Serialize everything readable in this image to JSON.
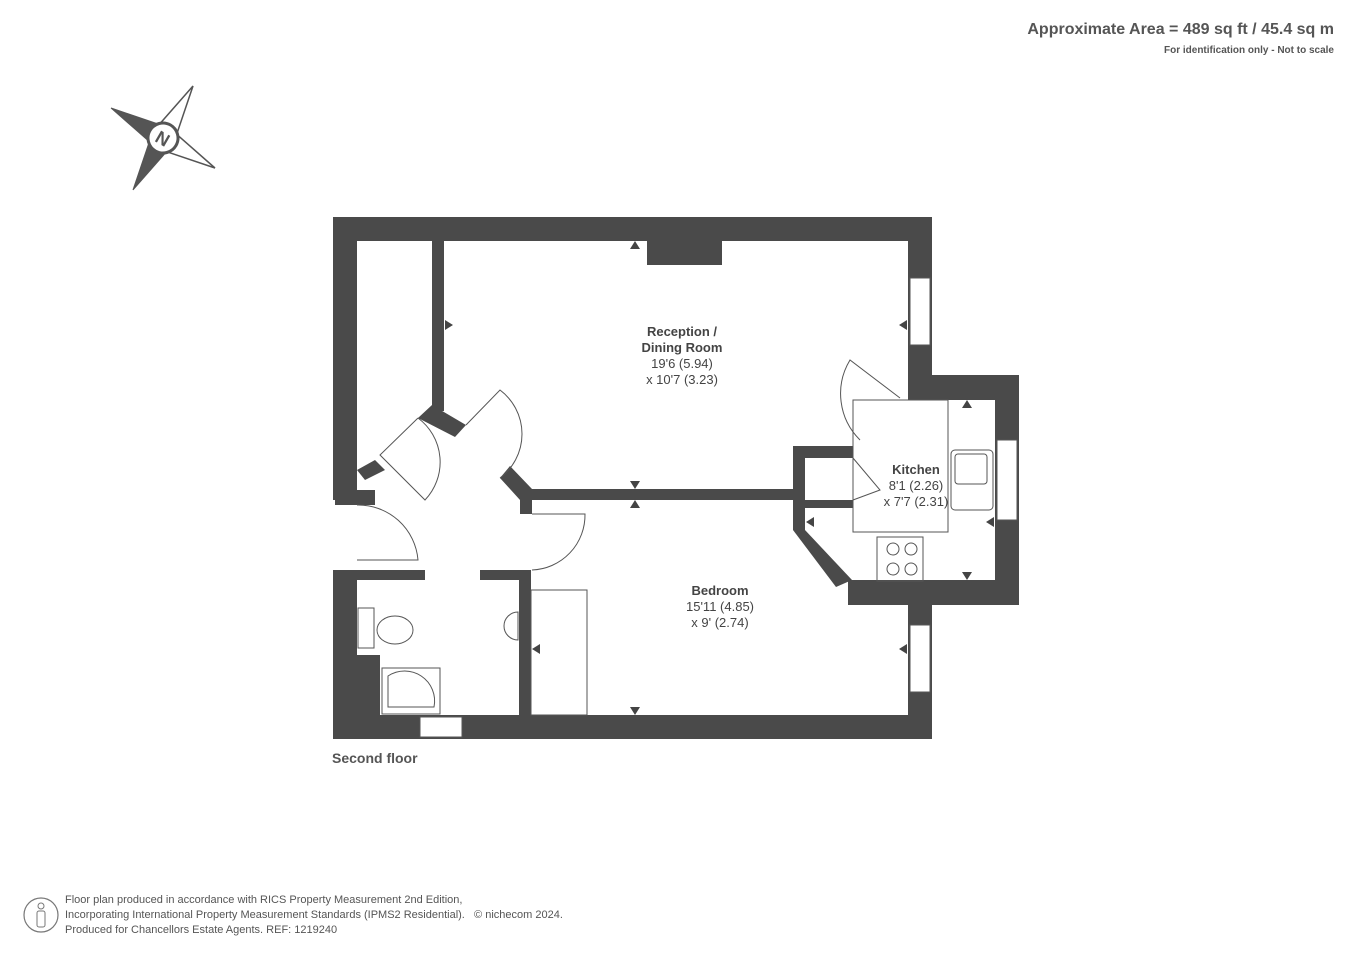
{
  "header": {
    "area": "Approximate Area = 489 sq ft / 45.4 sq m",
    "note": "For identification only - Not to scale"
  },
  "compass": {
    "label": "N"
  },
  "rooms": [
    {
      "name": "Reception / Dining Room",
      "dims1": "19'6 (5.94)",
      "dims2": "x 10'7 (3.23)"
    },
    {
      "name": "Kitchen",
      "dims1": "8'1 (2.26)",
      "dims2": "x 7'7 (2.31)"
    },
    {
      "name": "Bedroom",
      "dims1": "15'11 (4.85)",
      "dims2": "x 9' (2.74)"
    }
  ],
  "floor_label": "Second floor",
  "footer": {
    "line1": "Floor plan produced in accordance with RICS Property Measurement 2nd Edition,",
    "line2": "Incorporating International Property Measurement Standards (IPMS2 Residential).",
    "copyright": "© nichecom 2024.",
    "line3": "Produced for Chancellors Estate Agents.   REF:  1219240"
  },
  "colors": {
    "wall": "#4a4a4a",
    "text": "#444444"
  }
}
